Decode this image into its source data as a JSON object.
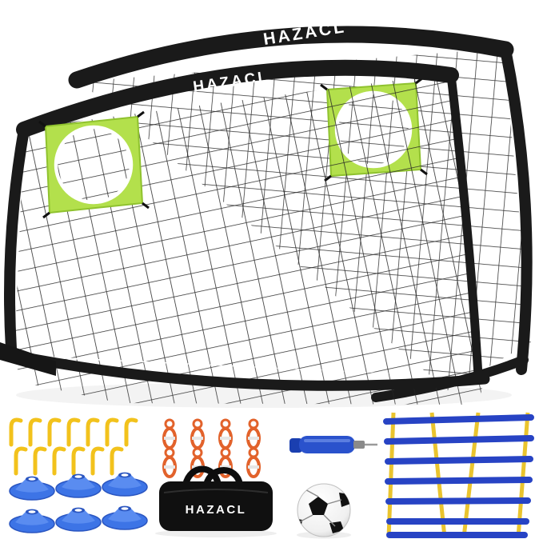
{
  "product": {
    "brand": "HAZACL",
    "goal_back_label": "HAZACL",
    "goal_front_label": "HAZACL"
  },
  "accessories": {
    "stakes": {
      "count": 13
    },
    "rope_clips": {
      "count": 8
    },
    "pump": {
      "count": 1
    },
    "agility_ladder": {
      "count": 1
    },
    "cones": {
      "count": 6
    },
    "bag": {
      "count": 1,
      "label": "HAZACL"
    },
    "ball": {
      "count": 1
    }
  },
  "colors": {
    "frame_black": "#1a1a1a",
    "net_dark": "#222222",
    "target_green": "#b3e04c",
    "stake_yellow": "#f2c21c",
    "clip_orange": "#e2622b",
    "pump_blue": "#2a52cc",
    "ladder_rail_yellow": "#eac42e",
    "ladder_rung_blue": "#2743c4",
    "cone_blue": "#4a7de8",
    "bag_black": "#101010"
  }
}
